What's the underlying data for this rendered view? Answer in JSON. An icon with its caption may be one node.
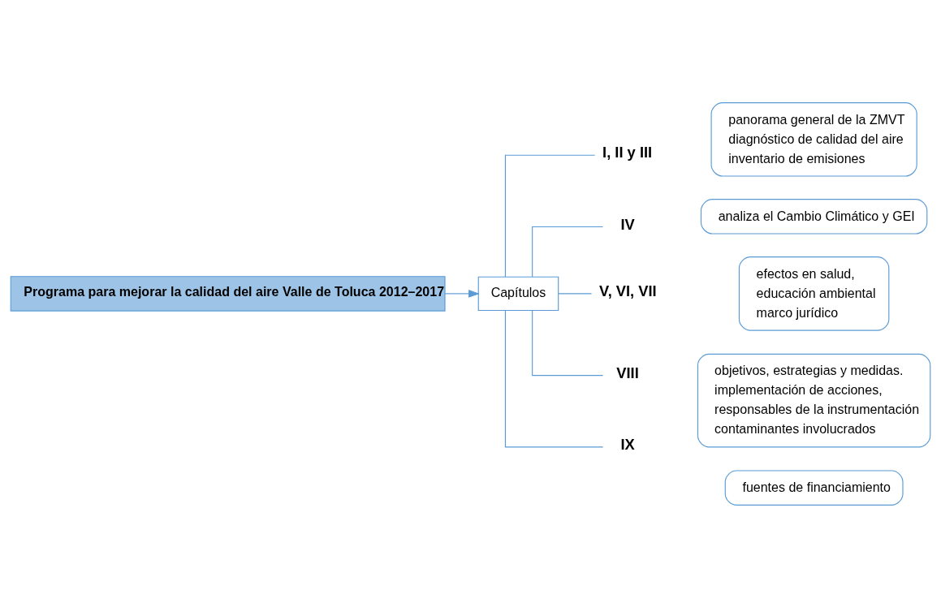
{
  "diagram": {
    "nodes": [
      {
        "text": [
          "Programa para mejorar la calidad del aire Valle de Toluca 2012–2017"
        ]
      },
      {
        "text": [
          "Capítulos"
        ]
      },
      {
        "text": [
          "I, II y III"
        ]
      },
      {
        "text": [
          "panorama general de la ZMVT",
          "diagnóstico de calidad del aire",
          "inventario de emisiones"
        ]
      },
      {
        "text": [
          "IV"
        ]
      },
      {
        "text": [
          "analiza el Cambio Climático y GEI"
        ]
      },
      {
        "text": [
          "V, VI, VII"
        ]
      },
      {
        "text": [
          "efectos en salud,",
          "educación ambiental",
          "marco jurídico"
        ]
      },
      {
        "text": [
          "VIII"
        ]
      },
      {
        "text": [
          "objetivos, estrategias y medidas.",
          "implementación de acciones,",
          "responsables de la instrumentación",
          "contaminantes involucrados"
        ]
      },
      {
        "text": [
          "IX"
        ]
      },
      {
        "text": [
          "fuentes de financiamiento"
        ]
      }
    ],
    "edges": [
      {
        "from": 0,
        "to": 1,
        "arrow": "to"
      },
      {
        "from": 1,
        "to": 2,
        "arrow": "none"
      },
      {
        "from": 1,
        "to": 4,
        "arrow": "none"
      },
      {
        "from": 1,
        "to": 6,
        "arrow": "none"
      },
      {
        "from": 1,
        "to": 8,
        "arrow": "none"
      },
      {
        "from": 1,
        "to": 10,
        "arrow": "none"
      }
    ]
  }
}
